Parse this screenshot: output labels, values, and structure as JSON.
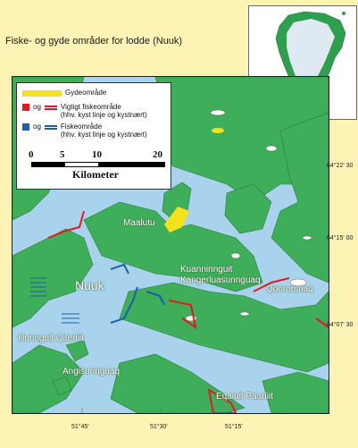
{
  "title": "Fiske- og gyde områder for lodde (Nuuk)",
  "colors": {
    "background": "#fdf3b4",
    "sea": "#a9d3ec",
    "land": "#3fae5a",
    "spawning": "#f3e21c",
    "important_fishing": "#e11b22",
    "fishing": "#1d5fa8"
  },
  "legend": {
    "spawning_label": "Gydeområde",
    "connector_1": "og",
    "important_label": "Vigtigt fiskeområde",
    "important_note": "(hhv. kyst linje og kystnært)",
    "connector_2": "og",
    "fishing_label": "Fiskeområde",
    "fishing_note": "(hhv. kyst linje og kystnært)"
  },
  "scale": {
    "ticks": [
      "0",
      "5",
      "10",
      "20"
    ],
    "unit_label": "Kilometer"
  },
  "places": {
    "maalutu": "Maalutu",
    "nuuk": "Nuuk",
    "kuanninnguit": "Kuanninnguit",
    "kangerluasunnguaq": "Kangerluasunnguaq",
    "qoororsuaq": "Qoororsuaq",
    "illunnguit_qiterliit": "Illunnguit Qiterliit",
    "angisunnguaq": "Angisunnguaq",
    "eqaluit_paarliit": "Eqaluit Paarliit"
  },
  "latitudes": [
    "64°22' 30",
    "64°15' 00",
    "64°07' 30"
  ],
  "longitudes": [
    "51°45'",
    "51°30'",
    "51°15'"
  ]
}
